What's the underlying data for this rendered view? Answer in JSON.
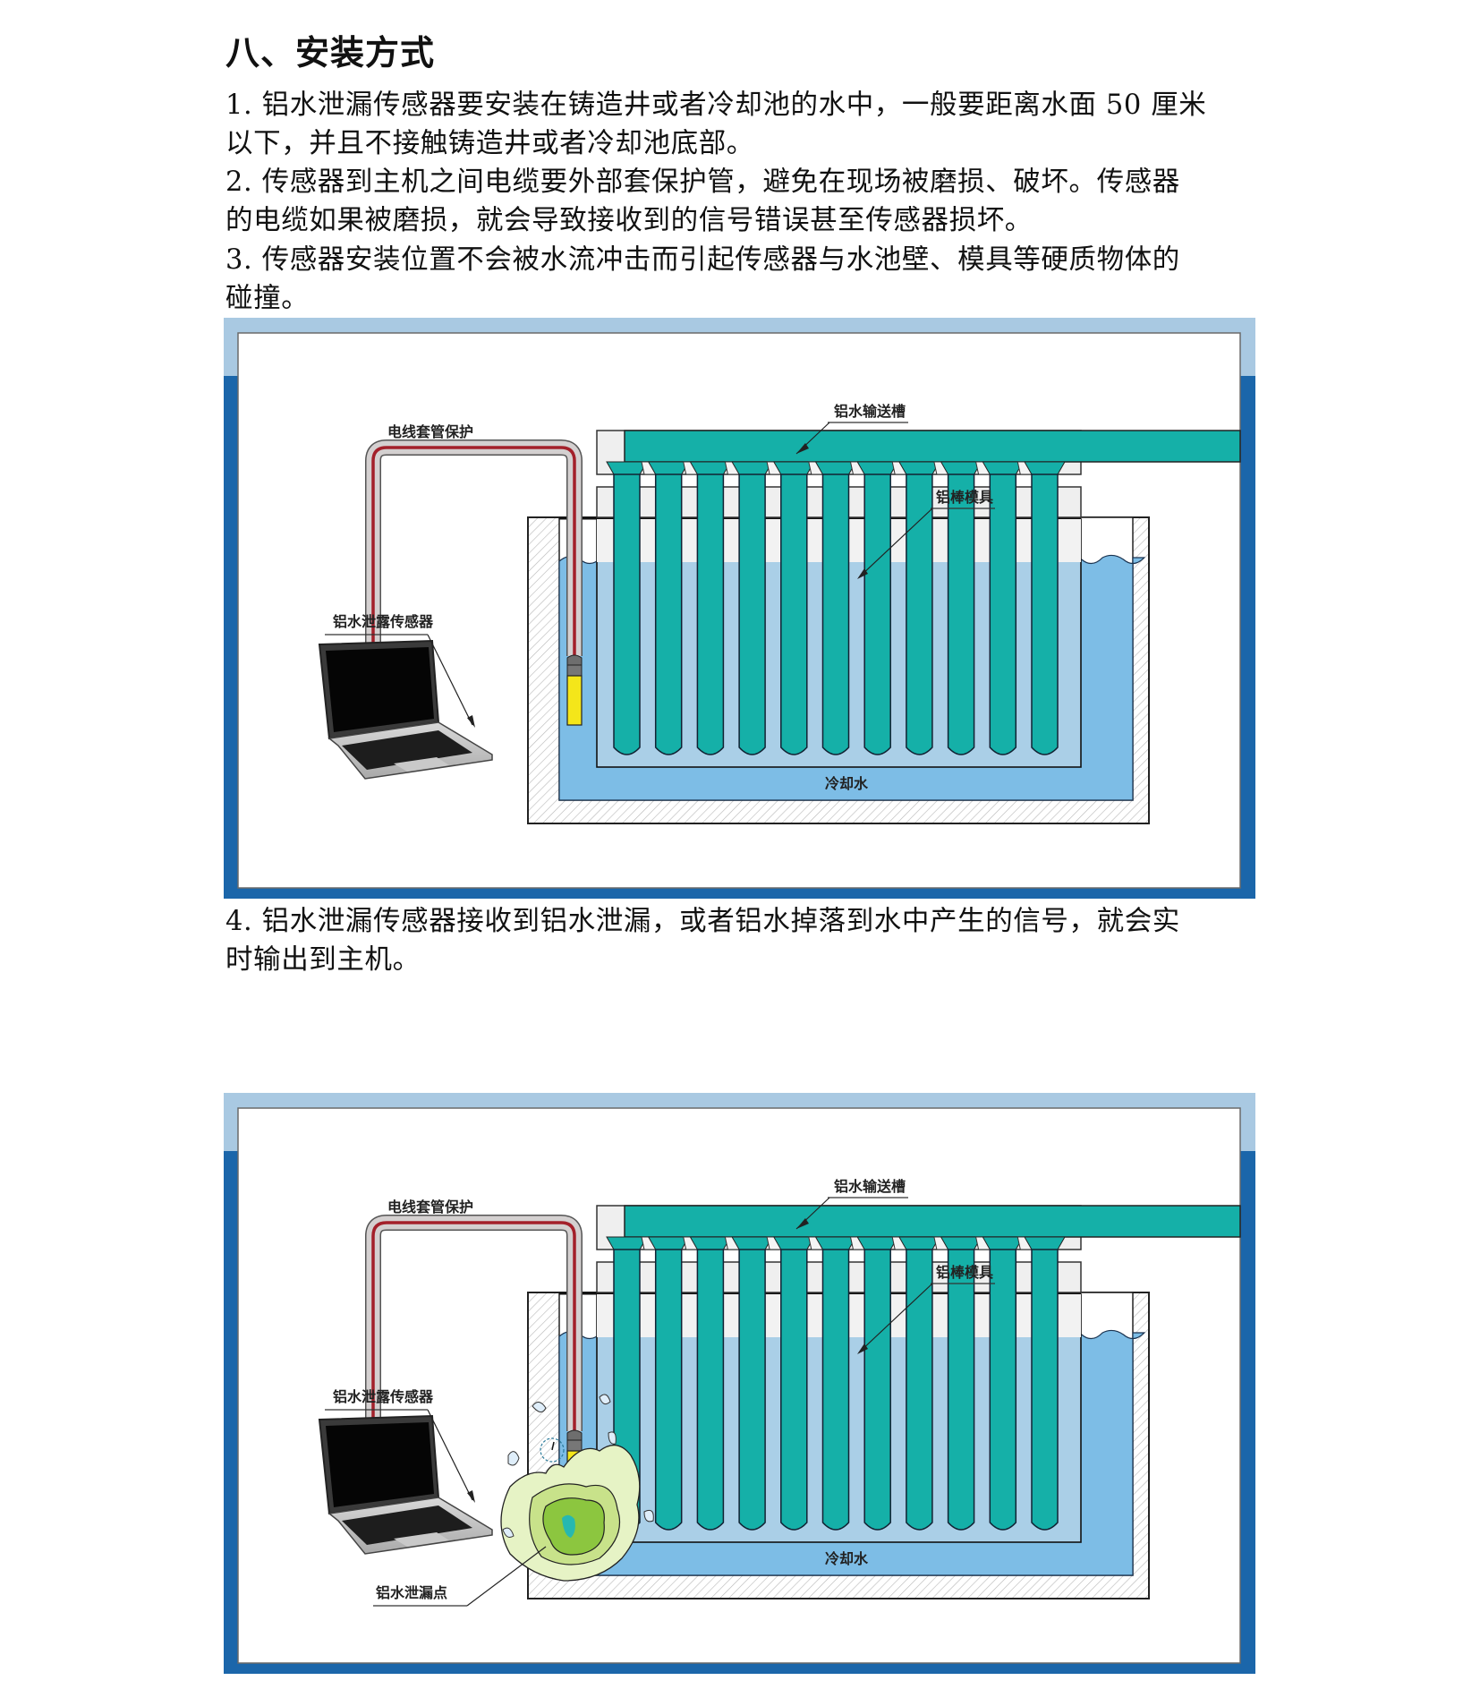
{
  "section": {
    "heading": "八、安装方式"
  },
  "paragraphs": [
    {
      "id": "p1",
      "lines": [
        "1. 铝水泄漏传感器要安装在铸造井或者冷却池的水中，一般要距离水面 50 厘米",
        "以下，并且不接触铸造井或者冷却池底部。"
      ]
    },
    {
      "id": "p2",
      "lines": [
        "2. 传感器到主机之间电缆要外部套保护管，避免在现场被磨损、破坏。传感器",
        "的电缆如果被磨损，就会导致接收到的信号错误甚至传感器损坏。"
      ]
    },
    {
      "id": "p3",
      "lines": [
        "3. 传感器安装位置不会被水流冲击而引起传感器与水池壁、模具等硬质物体的",
        "碰撞。"
      ]
    },
    {
      "id": "p4",
      "lines": [
        "4. 铝水泄漏传感器接收到铝水泄漏，或者铝水掉落到水中产生的信号，就会实",
        "时输出到主机。"
      ]
    }
  ],
  "figures": [
    {
      "id": "figure-install",
      "labels": {
        "cable_protection": "电线套管保护",
        "trough": "铝水输送槽",
        "mold": "铝棒模具",
        "sensor": "铝水泄露传感器",
        "cooling_water": "冷却水"
      },
      "rod_count": 11,
      "show_leak": false
    },
    {
      "id": "figure-leak",
      "labels": {
        "cable_protection": "电线套管保护",
        "trough": "铝水输送槽",
        "mold": "铝棒模具",
        "sensor": "铝水泄露传感器",
        "cooling_water": "冷却水",
        "leak_point": "铝水泄漏点"
      },
      "rod_count": 11,
      "show_leak": true
    }
  ],
  "colors": {
    "frame_light": "#a9c9e2",
    "frame_dark": "#1b66aa",
    "teal": "#15b0a8",
    "water": "#7dbde6",
    "mold_water": "#aacfe7",
    "sensor_yellow": "#f4e61a",
    "cable_red": "#a3202a"
  }
}
